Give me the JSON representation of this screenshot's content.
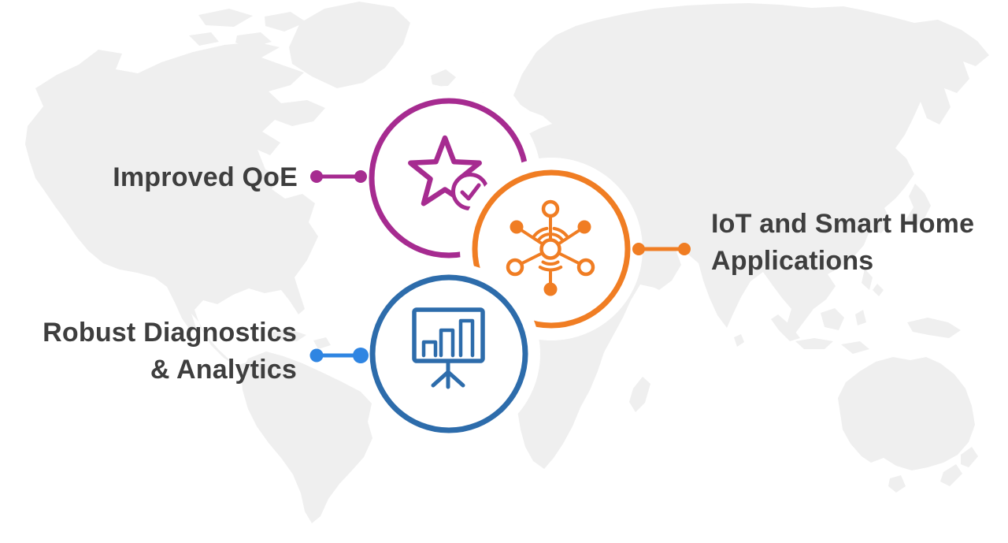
{
  "canvas": {
    "background": "#ffffff",
    "map_color": "#efefef",
    "label_color": "#3e3e3e"
  },
  "badges": [
    {
      "label": "Improved QoE",
      "color": "#a62b90",
      "icon": "star-with-checkmark",
      "connector_side": "left"
    },
    {
      "label_line1": "IoT and Smart Home",
      "label_line2": "Applications",
      "color": "#f07d23",
      "icon": "iot-network-hub",
      "connector_side": "right"
    },
    {
      "label_line1": "Robust Diagnostics",
      "label_line2": "& Analytics",
      "ring_color": "#2d6cab",
      "connector_color": "#2f85e2",
      "icon": "presentation-bar-chart",
      "connector_side": "left"
    }
  ]
}
